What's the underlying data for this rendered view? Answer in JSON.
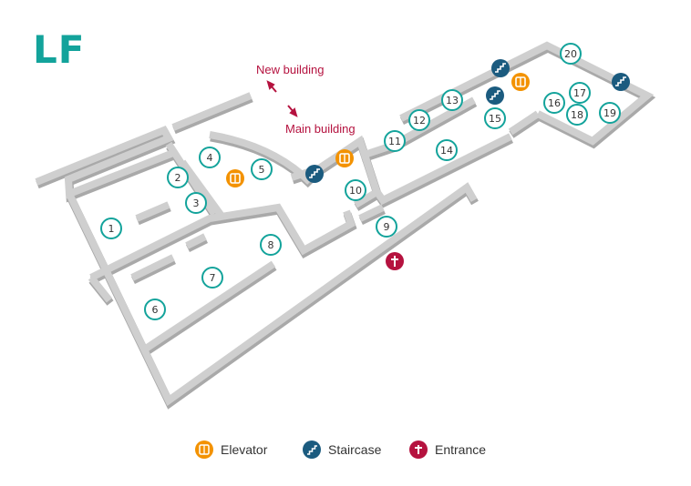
{
  "floor": "LF",
  "labels": {
    "new_building": "New building",
    "main_building": "Main building"
  },
  "rooms": [
    "1",
    "2",
    "3",
    "4",
    "5",
    "6",
    "7",
    "8",
    "9",
    "10",
    "11",
    "12",
    "13",
    "14",
    "15",
    "16",
    "17",
    "18",
    "19",
    "20"
  ],
  "legend": {
    "elevator": "Elevator",
    "staircase": "Staircase",
    "entrance": "Entrance"
  },
  "colors": {
    "room_ring": "#13a39b",
    "elevator": "#f39200",
    "staircase": "#1b5b7f",
    "entrance": "#b5123f",
    "wall_top": "#cfcfcf",
    "wall_side": "#a9a9a9"
  },
  "icons": {
    "elevator": "elevator-icon",
    "staircase": "staircase-icon",
    "entrance": "entrance-icon",
    "arrow": "arrow-icon"
  }
}
